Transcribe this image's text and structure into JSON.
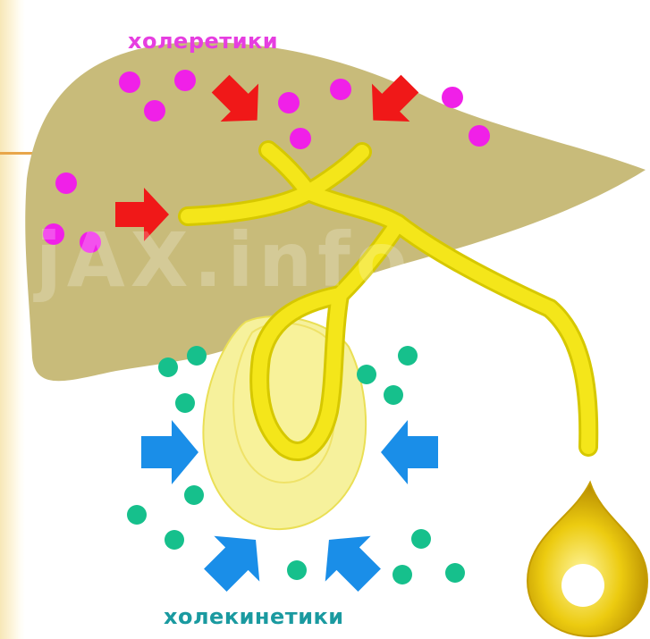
{
  "labels": {
    "choleretics": "холеретики",
    "cholekinetics": "холекинетики"
  },
  "watermark": "jAX.info",
  "colors": {
    "liver": "#c8bb7a",
    "bile_duct": "#f2e310",
    "gallbladder": "#f6f19c",
    "choleretic_dots": "#f020e8",
    "choleretic_arrows": "#f01818",
    "cholekinetic_dots": "#16c08c",
    "cholekinetic_arrows": "#1a8ee8",
    "bile_drop": "#e8c200",
    "label_top": "#e63ee0",
    "label_bottom": "#1a9aa0"
  },
  "icons": [
    "pink-dot-icon",
    "red-arrow-icon",
    "teal-dot-icon",
    "blue-arrow-icon",
    "bile-drop-icon"
  ]
}
